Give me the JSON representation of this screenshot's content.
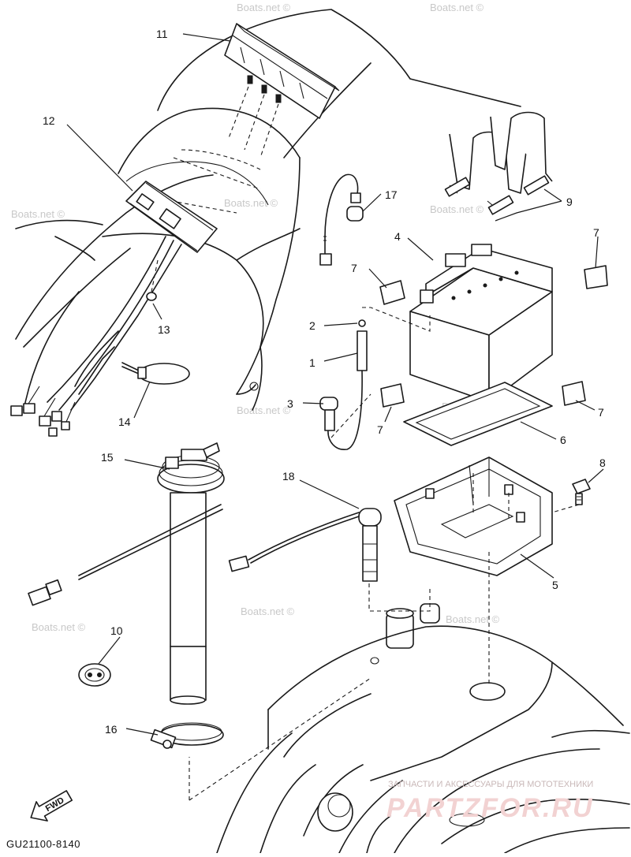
{
  "diagram": {
    "code": "GU21100-8140",
    "fwd_label": "FWD",
    "watermark": "Boats.net ©",
    "brand": {
      "subtitle": "ЗАПЧАСТИ И АКСЕССУАРЫ ДЛЯ МОТОТЕХНИКИ",
      "name": "PARTZFOR.RU",
      "color": "#f2d2d2"
    },
    "callouts": [
      {
        "id": "1",
        "text": "1"
      },
      {
        "id": "2",
        "text": "2"
      },
      {
        "id": "3",
        "text": "3"
      },
      {
        "id": "4",
        "text": "4"
      },
      {
        "id": "5",
        "text": "5"
      },
      {
        "id": "6",
        "text": "6"
      },
      {
        "id": "7a",
        "text": "7"
      },
      {
        "id": "7b",
        "text": "7"
      },
      {
        "id": "7c",
        "text": "7"
      },
      {
        "id": "7d",
        "text": "7"
      },
      {
        "id": "8",
        "text": "8"
      },
      {
        "id": "9",
        "text": "9"
      },
      {
        "id": "10",
        "text": "10"
      },
      {
        "id": "11",
        "text": "11"
      },
      {
        "id": "12",
        "text": "12"
      },
      {
        "id": "13",
        "text": "13"
      },
      {
        "id": "14",
        "text": "14"
      },
      {
        "id": "15",
        "text": "15"
      },
      {
        "id": "16",
        "text": "16"
      },
      {
        "id": "17",
        "text": "17"
      },
      {
        "id": "18",
        "text": "18"
      }
    ]
  }
}
